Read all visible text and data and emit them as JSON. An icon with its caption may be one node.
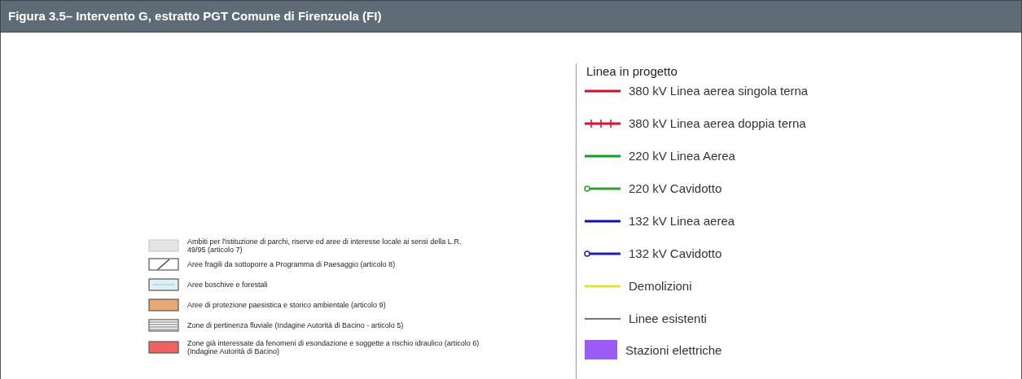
{
  "diagram": {
    "title": "Figura 3.5– Intervento G, estratto PGT Comune di Firenzuola (FI)",
    "labels": [
      "Linea in progetto"
    ],
    "legend": [
      {
        "text": "Ambiti per l'istituzione di parchi, riserve ed aree di interesse locale ai sensi della L.R. 49/95 (articolo 7)",
        "color": "#e4e4e6"
      },
      {
        "text": "Aree fragili da sottoporre a Programma di Paesaggio (articolo 8)"
      },
      {
        "text": "Aree boschive e forestali"
      },
      {
        "text": "Aree di protezione paesistica e storico ambientale (articolo 9)",
        "color": "#e8a874"
      },
      {
        "text": "Zone di pertinenza fluviale (Indagine Autorità di Bacino - articolo 5)"
      },
      {
        "text": "Zone già interessate da fenomeni di esondazione e soggette a rischio idraulico (articolo 6) (Indagine Autorità di Bacino)",
        "color": "#f06262"
      },
      {
        "text": "380 kV Linea aerea singola terna"
      },
      {
        "text": "380 kV Linea aerea doppia terna"
      },
      {
        "text": "220 kV Linea Aerea"
      },
      {
        "text": "220 kV Cavidotto"
      },
      {
        "text": "132 kV Linea aerea"
      },
      {
        "text": "132 kV Cavidotto"
      },
      {
        "text": "Demolizioni"
      },
      {
        "text": "Linee esistenti"
      },
      {
        "text": "Stazioni elettriche",
        "color": "#9b5cf6"
      }
    ]
  }
}
